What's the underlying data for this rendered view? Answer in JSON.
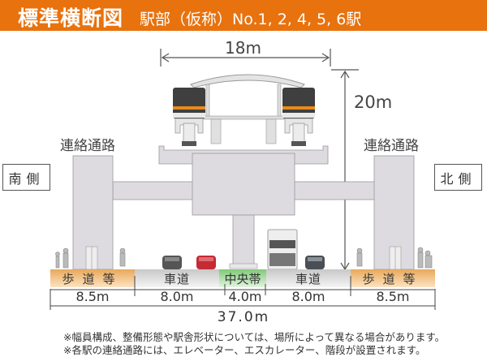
{
  "header": {
    "title": "標準横断図",
    "subtitle": "駅部（仮称）No.1, 2, 4, 5, 6駅",
    "color": "#e8720e"
  },
  "dimensions": {
    "platform_width": "18m",
    "height": "20m",
    "total_width": "37.0m"
  },
  "labels": {
    "connection_left": "連絡通路",
    "connection_right": "連絡通路",
    "south": "南側",
    "north": "北側"
  },
  "road_segments": [
    {
      "label": "歩道等",
      "width": "8.5m",
      "color": "#f2c48a"
    },
    {
      "label": "車道",
      "width": "8.0m",
      "color": "#dcdcdc"
    },
    {
      "label": "中央帯",
      "width": "4.0m",
      "color": "#a8dba0"
    },
    {
      "label": "車道",
      "width": "8.0m",
      "color": "#dcdcdc"
    },
    {
      "label": "歩道等",
      "width": "8.5m",
      "color": "#f2c48a"
    }
  ],
  "notes": [
    "※幅員構成、整備形態や駅舎形状については、場所によって異なる場合があります。",
    "※各駅の連絡通路には、エレベーター、エスカレーター、階段が設置されます。"
  ]
}
